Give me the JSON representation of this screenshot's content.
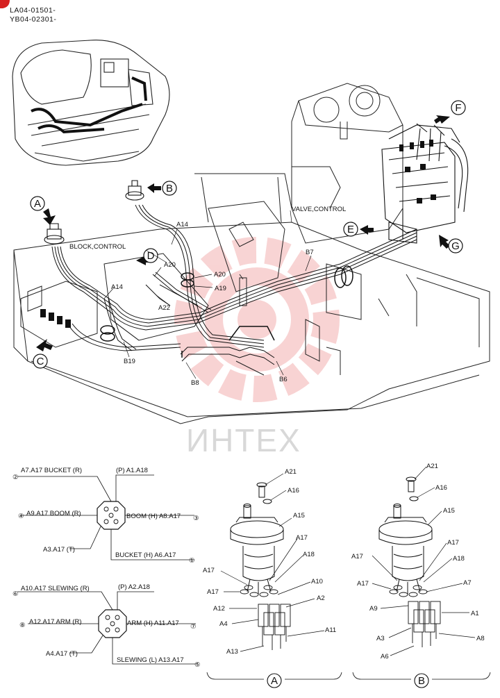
{
  "header": {
    "serial_1": "LA04-01501-",
    "serial_2": "YB04-02301-"
  },
  "watermark": {
    "text": "ИНТЕХ",
    "color": "#f3b8b8"
  },
  "callouts": {
    "a": "A",
    "b": "B",
    "c": "C",
    "d": "D",
    "e": "E",
    "f": "F",
    "g": "G"
  },
  "main_labels": {
    "valve_control": "VALVE,CONTROL",
    "block_control": "BLOCK,CONTROL",
    "a14_upper": "A14",
    "a14_lower": "A14",
    "a20_upper": "A20",
    "a20_lower": "A20",
    "a19": "A19",
    "a22": "A22",
    "b7": "B7",
    "b19": "B19",
    "b8": "B8",
    "b6": "B6"
  },
  "port_diagram_1": {
    "n2": "②",
    "n4": "④",
    "n3": "③",
    "n1": "①",
    "bucket_r": "A7.A17 BUCKET (R)",
    "p": "(P) A1.A18",
    "boom_r": "A9.A17 BOOM (R)",
    "boom_h": "BOOM (H) A8.A17",
    "t": "A3.A17 (T)",
    "bucket_h": "BUCKET (H) A6.A17"
  },
  "port_diagram_2": {
    "n6": "⑥",
    "n8": "⑧",
    "n7": "⑦",
    "n5": "⑤",
    "slewing_r": "A10.A17 SLEWING (R)",
    "p": "(P) A2.A18",
    "arm_r": "A12.A17 ARM (R)",
    "arm_h": "ARM (H) A11.A17",
    "t": "A4.A17 (T)",
    "slewing_l": "SLEWING (L) A13.A17"
  },
  "assembly_a": {
    "caption": "A",
    "a21": "A21",
    "a16": "A16",
    "a15": "A15",
    "a17_1": "A17",
    "a18": "A18",
    "a17_2": "A17",
    "a10": "A10",
    "a17_3": "A17",
    "a2": "A2",
    "a12": "A12",
    "a4": "A4",
    "a11": "A11",
    "a13": "A13"
  },
  "assembly_b": {
    "caption": "B",
    "a21": "A21",
    "a16": "A16",
    "a15": "A15",
    "a17_1": "A17",
    "a17_2": "A17",
    "a18": "A18",
    "a17_3": "A17",
    "a7": "A7",
    "a9": "A9",
    "a1": "A1",
    "a3": "A3",
    "a8": "A8",
    "a6": "A6"
  }
}
